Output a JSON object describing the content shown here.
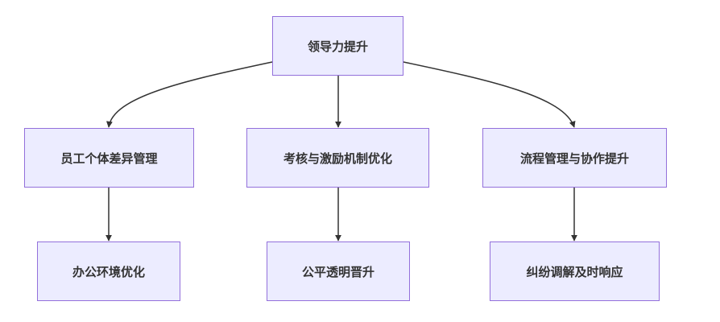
{
  "diagram": {
    "type": "flowchart",
    "direction": "top-down",
    "colors": {
      "node_fill": "#ECECFF",
      "node_border": "#9370DB",
      "text": "#333333",
      "edge": "#333333"
    },
    "nodes": {
      "root": "领导力提升",
      "a": "员工个体差异管理",
      "b": "考核与激励机制优化",
      "c": "流程管理与协作提升",
      "a1": "办公环境优化",
      "b1": "公平透明晋升",
      "c1": "纠纷调解及时响应"
    },
    "edges": [
      {
        "from": "root",
        "to": "a"
      },
      {
        "from": "root",
        "to": "b"
      },
      {
        "from": "root",
        "to": "c"
      },
      {
        "from": "a",
        "to": "a1"
      },
      {
        "from": "b",
        "to": "b1"
      },
      {
        "from": "c",
        "to": "c1"
      }
    ]
  }
}
